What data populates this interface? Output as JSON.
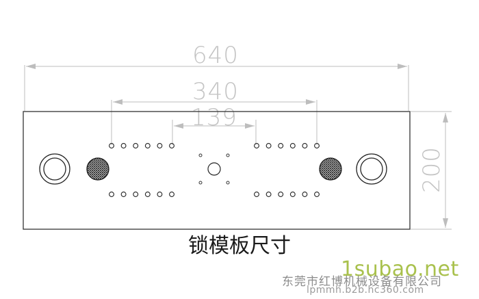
{
  "drawing": {
    "caption": "锁模板尺寸",
    "dimensions": {
      "overall_width": "640",
      "hole_row_span": "340",
      "inner_gap": "139",
      "height": "200"
    },
    "holes_per_row_group": 6,
    "hole_rows": 2
  },
  "watermark": {
    "site": "1subao.net",
    "company": "东莞市红博机械设备有限公司",
    "url": "lpmmh.b2b.hc360.com"
  },
  "colors": {
    "outline": "#333333",
    "dimension": "#bdbdbd",
    "text": "#1a1a1a",
    "watermark_green": "#a9c14d"
  }
}
